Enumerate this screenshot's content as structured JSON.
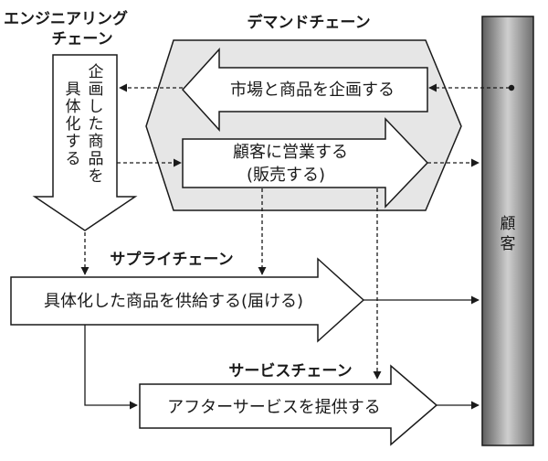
{
  "headings": {
    "engineering_chain_line1": "エンジニアリング",
    "engineering_chain_line2": "チェーン",
    "demand_chain": "デマンドチェーン",
    "supply_chain": "サプライチェーン",
    "service_chain": "サービスチェーン"
  },
  "engineering": {
    "col1": [
      "企",
      "画",
      "し",
      "た",
      "商",
      "品",
      "を"
    ],
    "col2": [
      "具",
      "体",
      "化",
      "す",
      "る"
    ]
  },
  "demand": {
    "plan_market": "市場と商品を企画する",
    "sell_line1": "顧客に営業する",
    "sell_line2": "(販売する)"
  },
  "supply": {
    "deliver": "具体化した商品を供給する(届ける)"
  },
  "service": {
    "after_service": "アフターサービスを提供する"
  },
  "customer": {
    "chars": [
      "顧",
      "客"
    ]
  },
  "colors": {
    "hexagon_fill": "#e6e6e6",
    "customer_bar_dark": "#6e6e6e",
    "customer_bar_light": "#c8c8c8",
    "stroke": "#1a1a1a"
  }
}
